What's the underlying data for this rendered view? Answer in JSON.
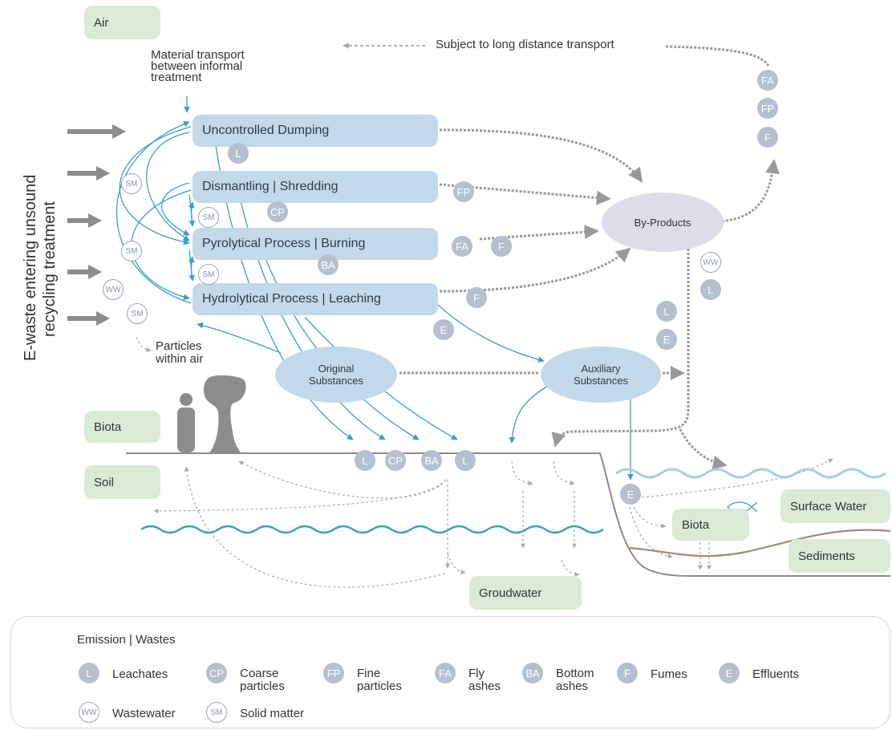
{
  "colors": {
    "env_box": "#dbead5",
    "process_box": "#c3d9ea",
    "byproducts_oval": "#dcdde8",
    "badge": "#b5bfcf",
    "flow_arrow_blue": "#3a9fc9",
    "flow_arrow_grey": "#9a9a9a",
    "water_wave": "#3aa0c4",
    "surface_wave": "#a7cde6",
    "sediment_line": "#a68a78"
  },
  "environment": {
    "air": "Air",
    "biota_land": "Biota",
    "soil": "Soil",
    "biota_water": "Biota",
    "surface_water": "Surface Water",
    "sediments": "Sediments",
    "groundwater": "Groudwater"
  },
  "labels": {
    "vertical_title_line1": "E-waste entering unsound",
    "vertical_title_line2": "recycling treatment",
    "material_transport_line1": "Material transport",
    "material_transport_line2": "between informal",
    "material_transport_line3": "treatment",
    "long_distance": "Subject to long distance transport",
    "particles_line1": "Particles",
    "particles_line2": "within air"
  },
  "processes": [
    {
      "label": "Uncontrolled Dumping"
    },
    {
      "label": "Dismantling | Shredding"
    },
    {
      "label": "Pyrolytical Process | Burning"
    },
    {
      "label": "Hydrolytical Process | Leaching"
    }
  ],
  "nodes": {
    "original_line1": "Original",
    "original_line2": "Substances",
    "auxiliary_line1": "Auxiliary",
    "auxiliary_line2": "Substances",
    "byproducts": "By-Products"
  },
  "badges": {
    "L": "L",
    "CP": "CP",
    "FP": "FP",
    "FA": "FA",
    "BA": "BA",
    "F": "F",
    "E": "E",
    "WW": "WW",
    "SM": "SM"
  },
  "legend": {
    "title": "Emission | Wastes",
    "items": [
      {
        "code": "L",
        "label": "Leachates",
        "label2": ""
      },
      {
        "code": "CP",
        "label": "Coarse",
        "label2": "particles"
      },
      {
        "code": "FP",
        "label": "Fine",
        "label2": "particles"
      },
      {
        "code": "FA",
        "label": "Fly",
        "label2": "ashes"
      },
      {
        "code": "BA",
        "label": "Bottom",
        "label2": "ashes"
      },
      {
        "code": "F",
        "label": "Fumes",
        "label2": ""
      },
      {
        "code": "E",
        "label": "Effluents",
        "label2": ""
      },
      {
        "code": "WW",
        "label": "Wastewater",
        "label2": ""
      },
      {
        "code": "SM",
        "label": "Solid matter",
        "label2": ""
      }
    ]
  }
}
